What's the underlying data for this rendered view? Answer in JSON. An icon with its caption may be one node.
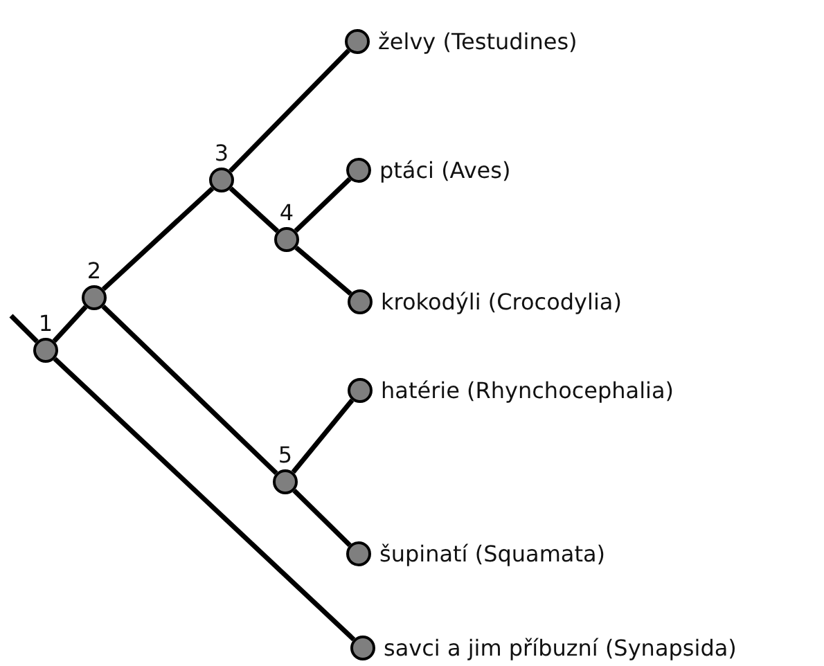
{
  "diagram": {
    "nodes": [
      {
        "text": [],
        "shape": "circle",
        "beside": [
          "1"
        ]
      },
      {
        "text": [],
        "shape": "circle",
        "beside": [
          "2"
        ]
      },
      {
        "text": [],
        "shape": "circle",
        "beside": [
          "3"
        ]
      },
      {
        "text": [],
        "shape": "circle",
        "beside": [
          "4"
        ]
      },
      {
        "text": [],
        "shape": "circle",
        "beside": [
          "5"
        ]
      },
      {
        "text": [],
        "shape": "circle",
        "beside": [
          "želvy (Testudines)"
        ]
      },
      {
        "text": [],
        "shape": "circle",
        "beside": [
          "ptáci (Aves)"
        ]
      },
      {
        "text": [],
        "shape": "circle",
        "beside": [
          "krokodýli (Crocodylia)"
        ]
      },
      {
        "text": [],
        "shape": "circle",
        "beside": [
          "hatérie (Rhynchocephalia)"
        ]
      },
      {
        "text": [],
        "shape": "circle",
        "beside": [
          "šupinatí (Squamata)"
        ]
      },
      {
        "text": [],
        "shape": "circle",
        "beside": [
          "savci a jim příbuzní (Synapsida)"
        ]
      }
    ],
    "edges": [
      {
        "from": null,
        "to": 0,
        "arrow": "none"
      },
      {
        "from": 0,
        "to": 1,
        "arrow": "none"
      },
      {
        "from": 1,
        "to": 2,
        "arrow": "none"
      },
      {
        "from": 2,
        "to": 5,
        "arrow": "none"
      },
      {
        "from": 2,
        "to": 3,
        "arrow": "none"
      },
      {
        "from": 3,
        "to": 6,
        "arrow": "none"
      },
      {
        "from": 3,
        "to": 7,
        "arrow": "none"
      },
      {
        "from": 1,
        "to": 4,
        "arrow": "none"
      },
      {
        "from": 4,
        "to": 8,
        "arrow": "none"
      },
      {
        "from": 4,
        "to": 9,
        "arrow": "none"
      },
      {
        "from": 0,
        "to": 10,
        "arrow": "none"
      }
    ]
  }
}
